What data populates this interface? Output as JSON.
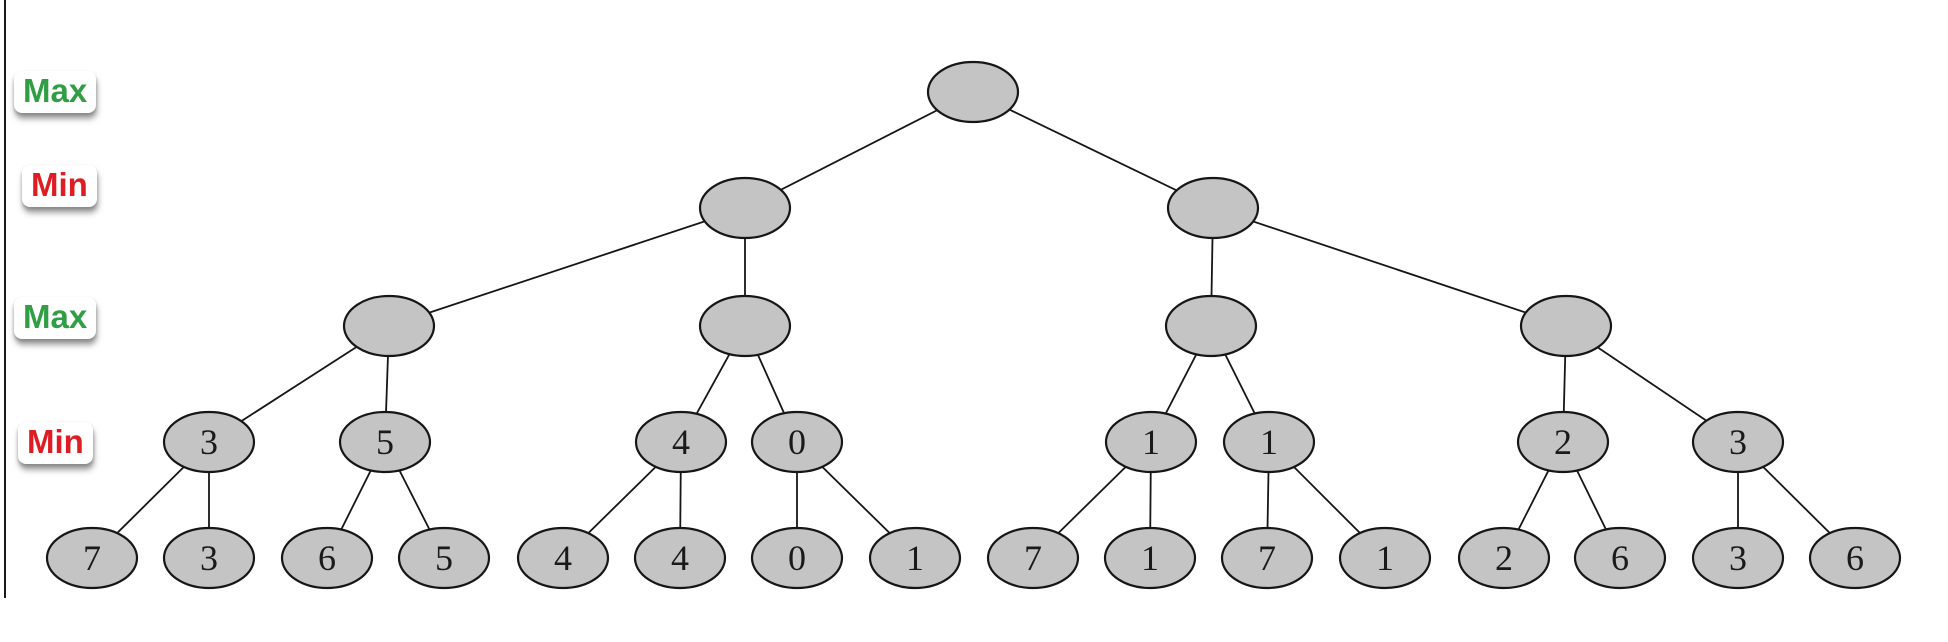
{
  "diagram": {
    "type": "minimax-game-tree",
    "level_labels": [
      {
        "text": "Max",
        "color": "#2f9e44"
      },
      {
        "text": "Min",
        "color": "#dd1c23"
      },
      {
        "text": "Max",
        "color": "#2f9e44"
      },
      {
        "text": "Min",
        "color": "#dd1c23"
      }
    ],
    "levels": [
      {
        "role": "max",
        "values": [
          ""
        ]
      },
      {
        "role": "min",
        "values": [
          "",
          ""
        ]
      },
      {
        "role": "max",
        "values": [
          "",
          "",
          "",
          ""
        ]
      },
      {
        "role": "min",
        "values": [
          "3",
          "5",
          "4",
          "0",
          "1",
          "1",
          "2",
          "3"
        ]
      },
      {
        "role": "leaf",
        "values": [
          "7",
          "3",
          "6",
          "5",
          "4",
          "4",
          "0",
          "1",
          "7",
          "1",
          "7",
          "1",
          "2",
          "6",
          "3",
          "6"
        ]
      }
    ],
    "colors": {
      "node_fill": "#c4c4c4",
      "node_stroke": "#161616",
      "edge": "#161616",
      "max_label": "#2f9e44",
      "min_label": "#dd1c23"
    }
  }
}
